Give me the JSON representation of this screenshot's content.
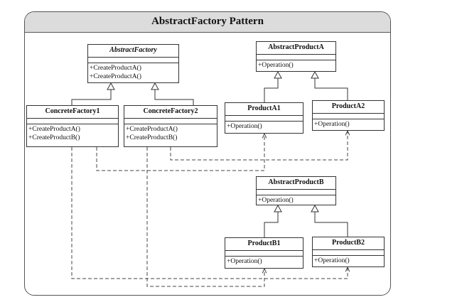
{
  "title": "AbstractFactory Pattern",
  "classes": {
    "abstract_factory": {
      "name": "AbstractFactory",
      "operations": [
        "+CreateProductA()",
        "+CreateProductA()"
      ]
    },
    "concrete_factory_1": {
      "name": "ConcreteFactory1",
      "operations": [
        "+CreateProductA()",
        "+CreateProductB()"
      ]
    },
    "concrete_factory_2": {
      "name": "ConcreteFactory2",
      "operations": [
        "+CreateProductA()",
        "+CreateProductB()"
      ]
    },
    "abstract_product_a": {
      "name": "AbstractProductA",
      "operations": [
        "+Operation()"
      ]
    },
    "product_a1": {
      "name": "ProductA1",
      "operations": [
        "+Operation()"
      ]
    },
    "product_a2": {
      "name": "ProductA2",
      "operations": [
        "+Operation()"
      ]
    },
    "abstract_product_b": {
      "name": "AbstractProductB",
      "operations": [
        "+Operation()"
      ]
    },
    "product_b1": {
      "name": "ProductB1",
      "operations": [
        "+Operation()"
      ]
    },
    "product_b2": {
      "name": "ProductB2",
      "operations": [
        "+Operation()"
      ]
    }
  },
  "relations": [
    {
      "type": "generalization",
      "from": "concrete_factory_1",
      "to": "abstract_factory"
    },
    {
      "type": "generalization",
      "from": "concrete_factory_2",
      "to": "abstract_factory"
    },
    {
      "type": "generalization",
      "from": "product_a1",
      "to": "abstract_product_a"
    },
    {
      "type": "generalization",
      "from": "product_a2",
      "to": "abstract_product_a"
    },
    {
      "type": "generalization",
      "from": "product_b1",
      "to": "abstract_product_b"
    },
    {
      "type": "generalization",
      "from": "product_b2",
      "to": "abstract_product_b"
    },
    {
      "type": "dependency",
      "from": "concrete_factory_1",
      "to": "product_a1"
    },
    {
      "type": "dependency",
      "from": "concrete_factory_2",
      "to": "product_a2"
    },
    {
      "type": "dependency",
      "from": "concrete_factory_1",
      "to": "product_b2"
    },
    {
      "type": "dependency",
      "from": "concrete_factory_2",
      "to": "product_b1"
    }
  ]
}
